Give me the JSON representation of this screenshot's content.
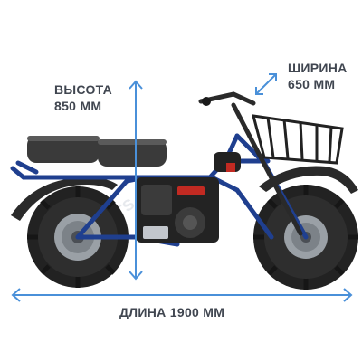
{
  "dimensions": {
    "height": {
      "title": "ВЫСОТА",
      "value": "850 ММ"
    },
    "width": {
      "title": "ШИРИНА",
      "value": "650 ММ"
    },
    "length": {
      "text": "ДЛИНА 1900 ММ"
    }
  },
  "watermark": "drivers",
  "colors": {
    "dimension_arrow": "#4a90d9",
    "label_text": "#404650",
    "frame": "#1f3f8f",
    "tire": "#222222",
    "rim": "#9aa0a6",
    "seat": "#3a3a3a"
  }
}
